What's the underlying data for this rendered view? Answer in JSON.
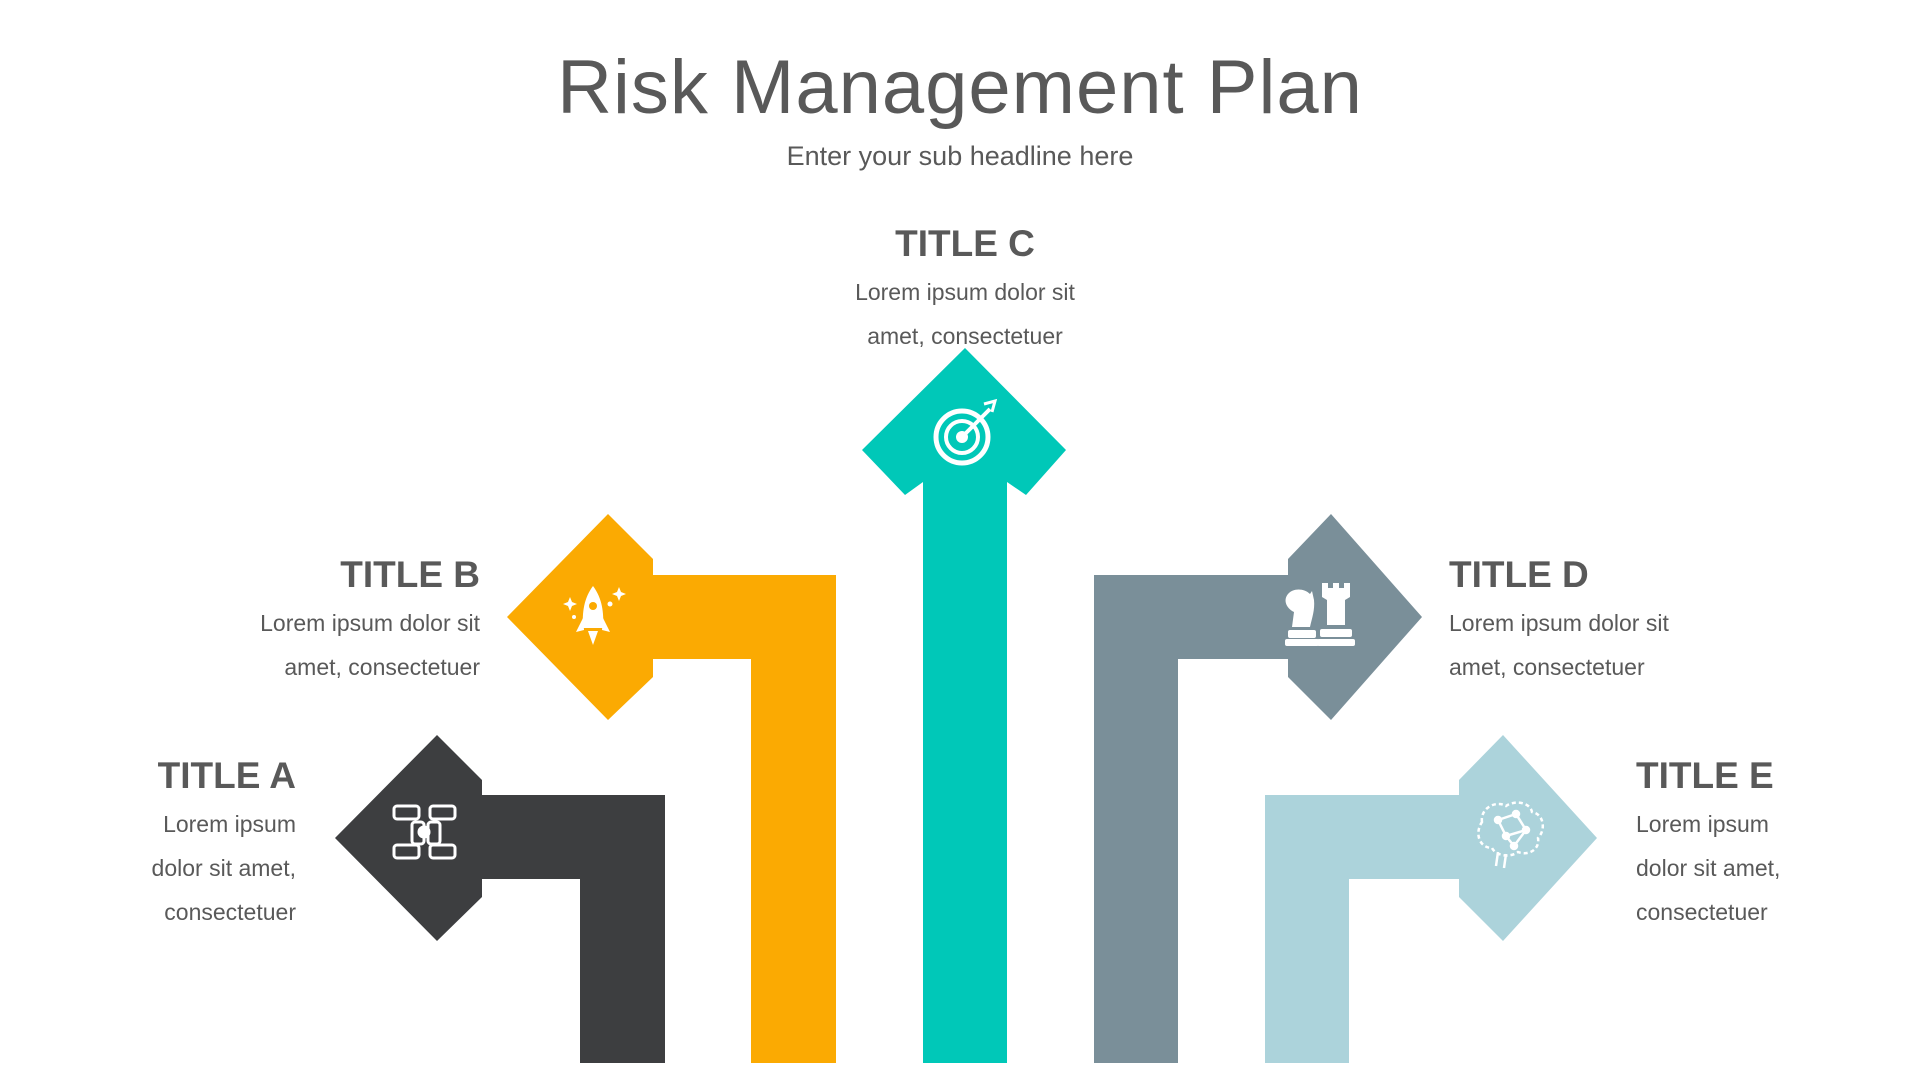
{
  "header": {
    "title": "Risk Management Plan",
    "subtitle": "Enter your sub headline here"
  },
  "items": [
    {
      "title": "TITLE A",
      "lines": [
        "Lorem ipsum",
        "dolor sit amet,",
        "consectetuer"
      ],
      "color": "#3d3e40",
      "icon": "teamwork-hands-icon"
    },
    {
      "title": "TITLE B",
      "lines": [
        "Lorem ipsum dolor sit",
        "amet, consectetuer"
      ],
      "color": "#fbaa02",
      "icon": "rocket-icon"
    },
    {
      "title": "TITLE C",
      "lines": [
        "Lorem ipsum dolor sit",
        "amet, consectetuer"
      ],
      "color": "#00c8b8",
      "icon": "target-icon"
    },
    {
      "title": "TITLE D",
      "lines": [
        "Lorem ipsum dolor sit",
        "amet, consectetuer"
      ],
      "color": "#7a8f99",
      "icon": "chess-pieces-icon"
    },
    {
      "title": "TITLE E",
      "lines": [
        "Lorem ipsum",
        "dolor sit amet,",
        "consectetuer"
      ],
      "color": "#acd3db",
      "icon": "brain-network-icon"
    }
  ]
}
